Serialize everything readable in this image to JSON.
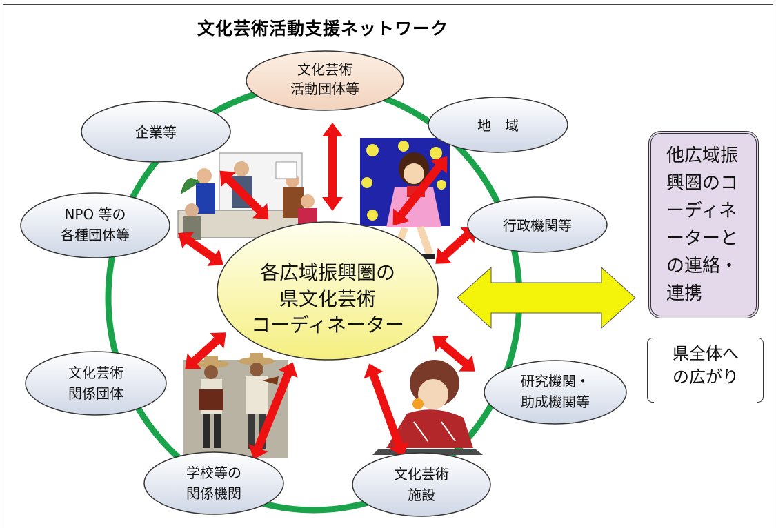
{
  "title": "文化芸術活動支援ネットワーク",
  "center": {
    "line1": "各広域振興圏の",
    "line2": "県文化芸術",
    "line3": "コーディネーター"
  },
  "nodes": [
    {
      "id": "arts-groups",
      "line1": "文化芸術",
      "line2": "活動団体等"
    },
    {
      "id": "region",
      "line1": "地　域",
      "line2": ""
    },
    {
      "id": "administration",
      "line1": "行政機関等",
      "line2": ""
    },
    {
      "id": "research",
      "line1": "研究機関・",
      "line2": "助成機関等"
    },
    {
      "id": "facilities",
      "line1": "文化芸術",
      "line2": "施設"
    },
    {
      "id": "schools",
      "line1": "学校等の",
      "line2": "関係機関"
    },
    {
      "id": "related-orgs",
      "line1": "文化芸術",
      "line2": "関係団体"
    },
    {
      "id": "npo",
      "line1": "NPO 等の",
      "line2": "各種団体等"
    },
    {
      "id": "companies",
      "line1": "企業等",
      "line2": ""
    }
  ],
  "side_box": {
    "text": "他広域振興圏のコーディネーターとの連絡・連携"
  },
  "bracket": {
    "line1": "県全体へ",
    "line2": "の広がり"
  },
  "colors": {
    "ring": "#1aa34a",
    "arrow": "#ee1111",
    "center_fill": "#fbf8a8",
    "node_fill": "#e3e8f1",
    "highlight_node_fill": "#f8e2d2",
    "big_arrow": "#f4f40a",
    "side_box_fill": "#e4d9ea"
  },
  "illustrations": [
    "office-meeting-clipart",
    "dancing-girl-clipart",
    "musicians-clipart",
    "woman-on-phone-clipart"
  ]
}
